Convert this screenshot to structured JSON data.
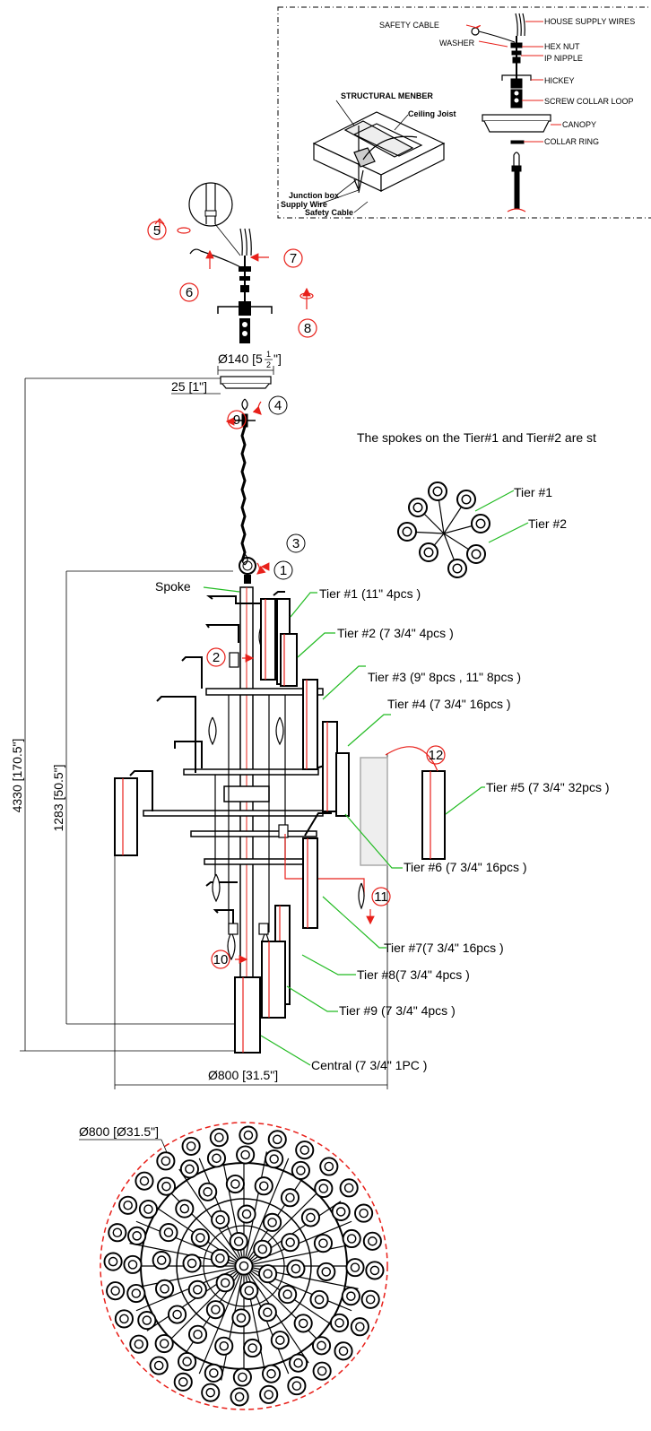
{
  "install_box": {
    "safety_cable": "SAFETY CABLE",
    "house_supply_wires": "HOUSE SUPPLY WIRES",
    "washer": "WASHER",
    "hex_nut": "HEX NUT",
    "ip_nipple": "IP NIPPLE",
    "hickey": "HICKEY",
    "screw_collar_loop": "SCREW COLLAR LOOP",
    "canopy": "CANOPY",
    "collar_ring": "COLLAR RING",
    "structural_member": "STRUCTURAL MENBER",
    "ceiling_joist": "Ceiling Joist",
    "junction_box": "Junction box",
    "supply_wire": "Supply  Wire",
    "safety_cable_small": "Safety Cable"
  },
  "steps": [
    "1",
    "2",
    "3",
    "4",
    "5",
    "6",
    "7",
    "8",
    "9",
    "10",
    "11",
    "12"
  ],
  "dims": {
    "canopy_diameter": "Ø140 [5",
    "frac_num": "1",
    "frac_den": "2",
    "frac_close": "\"]",
    "canopy_height": "25 [1\"]",
    "total_height": "4330 [170.5\"]",
    "body_height": "1283 [50.5\"]",
    "body_diameter": "Ø800 [31.5\"]",
    "top_diameter": "Ø800 [Ø31.5\"]"
  },
  "spoke_note": "The spokes on the Tier#1 and Tier#2 are st",
  "spoke_tiers": {
    "t1": "Tier #1",
    "t2": "Tier #2"
  },
  "spoke_label": "Spoke",
  "tiers": {
    "t1": "Tier #1 (11\"   4pcs )",
    "t2": "Tier #2 (7 3/4\"   4pcs )",
    "t3": "Tier #3 (9\"   8pcs , 11\"    8pcs )",
    "t4": "Tier #4 (7 3/4\"   16pcs )",
    "t5": "Tier #5 (7 3/4\"  32pcs )",
    "t6": "Tier #6 (7 3/4\"   16pcs )",
    "t7": "Tier #7(7 3/4\"   16pcs )",
    "t8": "Tier #8(7 3/4\"   4pcs )",
    "t9": "Tier #9 (7 3/4\"   4pcs )",
    "central": "Central (7 3/4\"   1PC )"
  },
  "colors": {
    "accent": "#e8201a",
    "leader": "#22bb22",
    "ink": "#000000"
  }
}
